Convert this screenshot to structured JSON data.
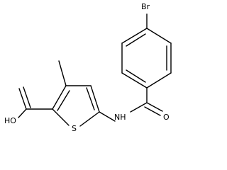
{
  "molecule": {
    "atoms": {
      "br": "Br",
      "nh": "NH",
      "o_carbonyl": "O",
      "s": "S",
      "oh": "HO"
    }
  }
}
